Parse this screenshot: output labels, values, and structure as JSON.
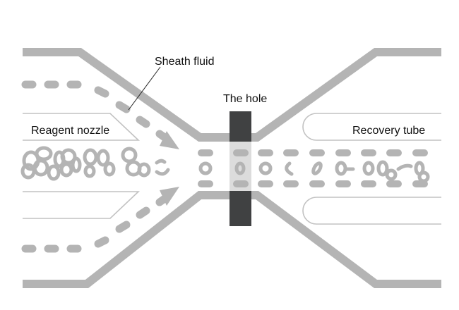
{
  "labels": {
    "sheath_fluid": "Sheath fluid",
    "the_hole": "The hole",
    "reagent_nozzle": "Reagent nozzle",
    "recovery_tube": "Recovery tube"
  },
  "colors": {
    "wall": "#b4b4b4",
    "nozzle_outline": "#c2c2c2",
    "hole_block": "#404142",
    "window": "#dcdcdc",
    "text": "#111111"
  }
}
